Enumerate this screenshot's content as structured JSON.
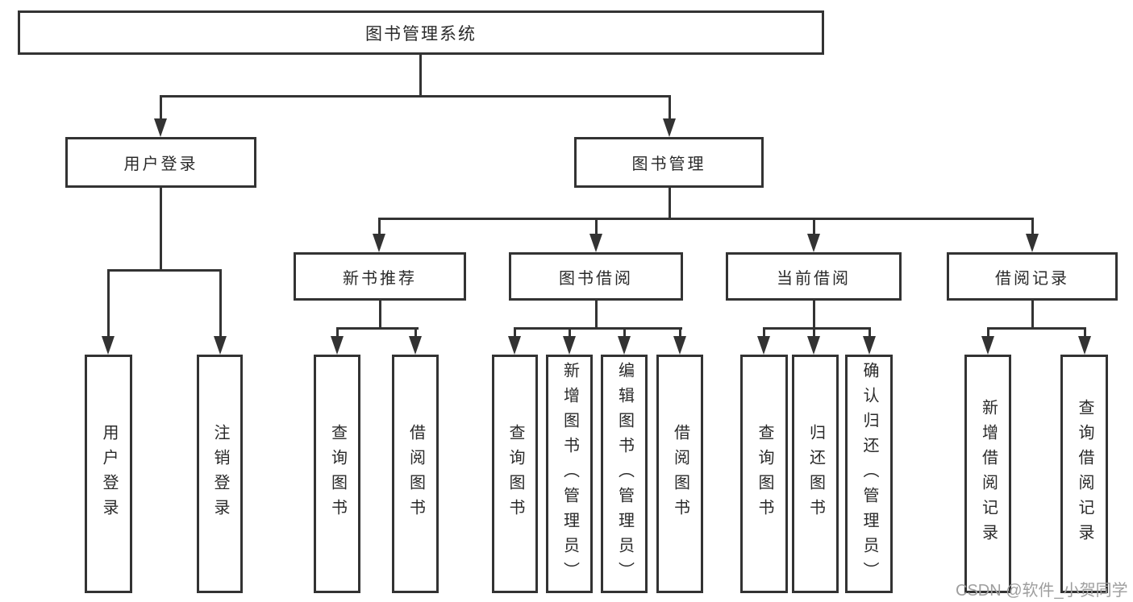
{
  "diagram": {
    "title": "图书管理系统",
    "branches": [
      {
        "label": "用户登录",
        "children": [
          {
            "label": "用户登录"
          },
          {
            "label": "注销登录"
          }
        ]
      },
      {
        "label": "图书管理",
        "children": [
          {
            "label": "新书推荐",
            "children": [
              {
                "label": "查询图书"
              },
              {
                "label": "借阅图书"
              }
            ]
          },
          {
            "label": "图书借阅",
            "children": [
              {
                "label": "查询图书"
              },
              {
                "label": "新增图书（管理员）"
              },
              {
                "label": "编辑图书（管理员）"
              },
              {
                "label": "借阅图书"
              }
            ]
          },
          {
            "label": "当前借阅",
            "children": [
              {
                "label": "查询图书"
              },
              {
                "label": "归还图书"
              },
              {
                "label": "确认归还（管理员）"
              }
            ]
          },
          {
            "label": "借阅记录",
            "children": [
              {
                "label": "新增借阅记录"
              },
              {
                "label": "查询借阅记录"
              }
            ]
          }
        ]
      }
    ],
    "watermark": "CSDN @软件_小贺同学",
    "colors": {
      "line": "#333333",
      "box_border": "#333333",
      "box_background": "#ffffff",
      "text": "#2a2a2a",
      "watermark": "#9e9e9e"
    }
  }
}
